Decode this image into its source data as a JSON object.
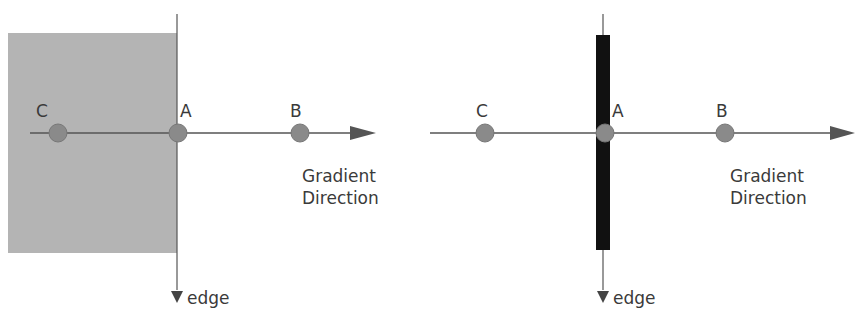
{
  "diagram": {
    "labels": [
      "C",
      "A",
      "B",
      "Gradient Direction",
      "edge",
      "C",
      "A",
      "B",
      "Gradient Direction",
      "edge"
    ]
  }
}
